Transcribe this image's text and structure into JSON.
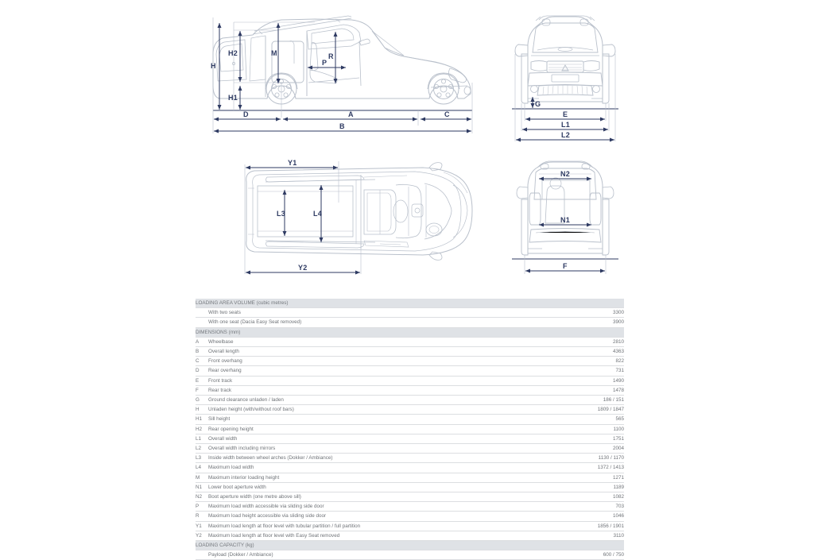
{
  "drawings": {
    "side_view": {
      "name": "Side elevation with dimension callouts",
      "labels": [
        "H",
        "H2",
        "H1",
        "M",
        "R",
        "P",
        "D",
        "A",
        "C",
        "B"
      ]
    },
    "front_view": {
      "name": "Front elevation with dimension callouts",
      "labels": [
        "G",
        "E",
        "L1",
        "L2"
      ]
    },
    "top_view": {
      "name": "Plan (top) view with dimension callouts",
      "labels": [
        "Y1",
        "L3",
        "L4",
        "Y2"
      ]
    },
    "rear_view": {
      "name": "Rear elevation with dimension callouts",
      "labels": [
        "N2",
        "N1",
        "F"
      ]
    }
  },
  "colors": {
    "dimension_line": "#2e3a62",
    "vehicle_outline": "#b9c0cb",
    "section_row_bg": "#dfe2e6",
    "row_border": "#dcdee1",
    "table_text": "#6f7378"
  },
  "table": {
    "sections": [
      {
        "title": "LOADING AREA VOLUME (cubic metres)",
        "rows": [
          {
            "code": "",
            "label": "With two seats",
            "value": "3300",
            "indent": true
          },
          {
            "code": "",
            "label": "With one seat (Dacia Easy Seat removed)",
            "value": "3900",
            "indent": true
          }
        ]
      },
      {
        "title": "DIMENSIONS (mm)",
        "rows": [
          {
            "code": "A",
            "label": "Wheelbase",
            "value": "2810"
          },
          {
            "code": "B",
            "label": "Overall length",
            "value": "4363"
          },
          {
            "code": "C",
            "label": "Front overhang",
            "value": "822"
          },
          {
            "code": "D",
            "label": "Rear overhang",
            "value": "731"
          },
          {
            "code": "E",
            "label": "Front track",
            "value": "1490"
          },
          {
            "code": "F",
            "label": "Rear track",
            "value": "1478"
          },
          {
            "code": "G",
            "label": "Ground clearance unladen / laden",
            "value": "186 / 151"
          },
          {
            "code": "H",
            "label": "Unladen height (with/without roof bars)",
            "value": "1809 / 1847"
          },
          {
            "code": "H1",
            "label": "Sill height",
            "value": "565"
          },
          {
            "code": "H2",
            "label": "Rear opening height",
            "value": "1100"
          },
          {
            "code": "L1",
            "label": "Overall width",
            "value": "1751"
          },
          {
            "code": "L2",
            "label": "Overall width including mirrors",
            "value": "2004"
          },
          {
            "code": "L3",
            "label": "Inside width between wheel arches (Dokker / Ambiance)",
            "value": "1130 / 1170"
          },
          {
            "code": "L4",
            "label": "Maximum load width",
            "value": "1372 / 1413"
          },
          {
            "code": "M",
            "label": "Maximum interior loading height",
            "value": "1271"
          },
          {
            "code": "N1",
            "label": "Lower boot aperture width",
            "value": "1189"
          },
          {
            "code": "N2",
            "label": "Boot aperture width (one metre above sill)",
            "value": "1082"
          },
          {
            "code": "P",
            "label": "Maximum load width accessible via sliding side door",
            "value": "703"
          },
          {
            "code": "R",
            "label": "Maximum load height accessible via sliding side door",
            "value": "1046"
          },
          {
            "code": "Y1",
            "label": "Maximum load length at floor level with tubular partition / full partition",
            "value": "1856 / 1901"
          },
          {
            "code": "Y2",
            "label": "Maximum load length at floor level with Easy Seat removed",
            "value": "3110"
          }
        ]
      },
      {
        "title": "LOADING CAPACITY (kg)",
        "rows": [
          {
            "code": "",
            "label": "Payload (Dokker / Ambiance)",
            "value": "600 / 750",
            "indent": true
          }
        ]
      }
    ]
  }
}
